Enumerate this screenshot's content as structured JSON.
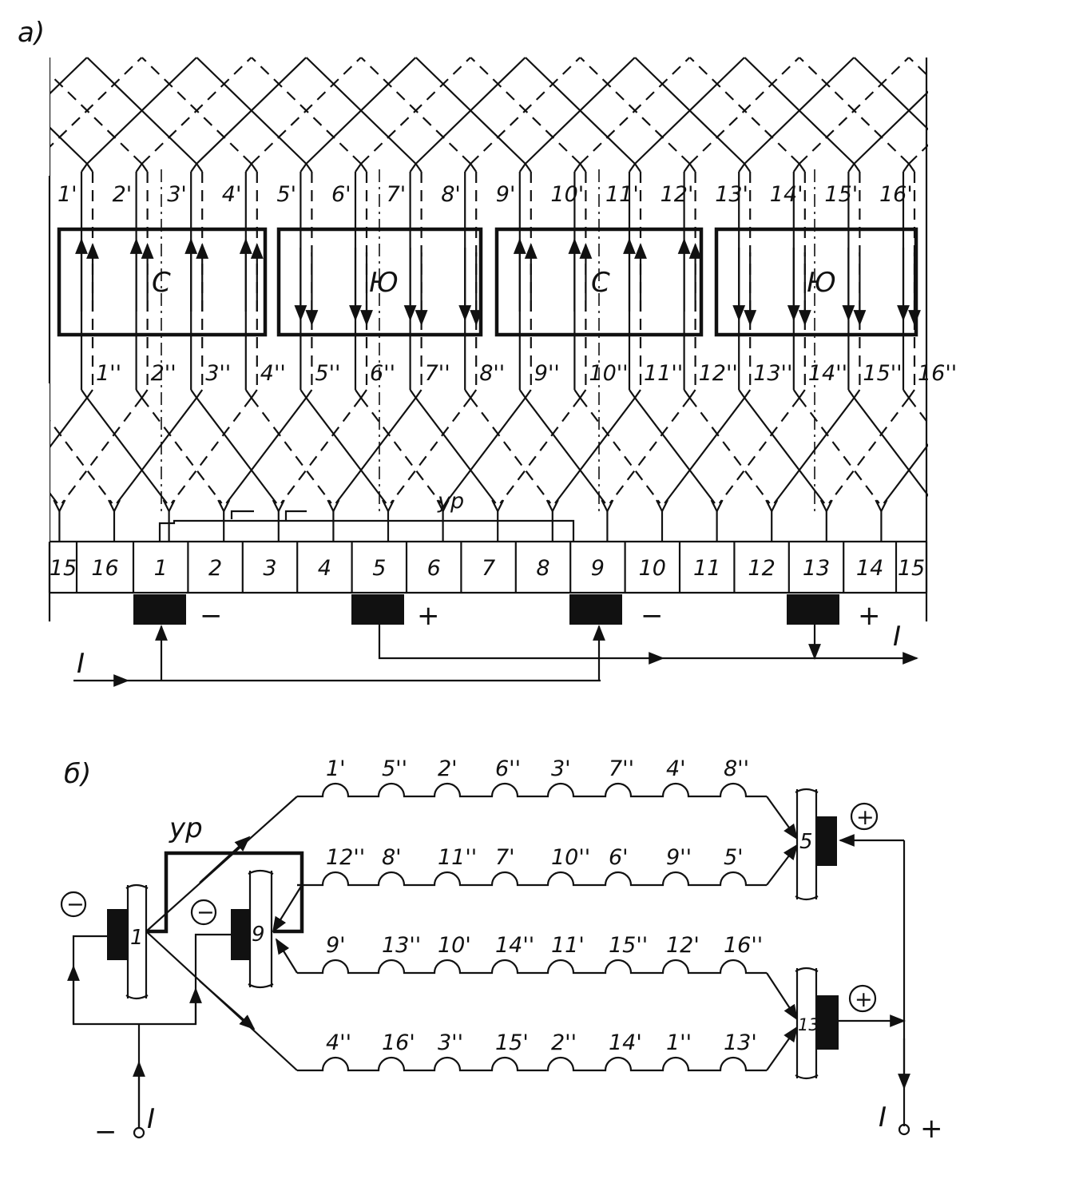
{
  "part_a": {
    "label": "а)",
    "pole_labels": [
      "С",
      "Ю",
      "С",
      "Ю"
    ],
    "top_labels": [
      "1'",
      "2'",
      "3'",
      "4'",
      "5'",
      "6'",
      "7'",
      "8'",
      "9'",
      "10'",
      "11'",
      "12'",
      "13'",
      "14'",
      "15'",
      "16'"
    ],
    "bottom_labels": [
      "1''",
      "2''",
      "3''",
      "4''",
      "5''",
      "6''",
      "7''",
      "8''",
      "9''",
      "10''",
      "11''",
      "12''",
      "13''",
      "14''",
      "15''",
      "16''"
    ],
    "commutator": [
      "15",
      "16",
      "1",
      "2",
      "3",
      "4",
      "5",
      "6",
      "7",
      "8",
      "9",
      "10",
      "11",
      "12",
      "13",
      "14",
      "15"
    ],
    "equalizer_label": "ур",
    "brush_signs": [
      "−",
      "+",
      "−",
      "+"
    ],
    "current_label": "I"
  },
  "part_b": {
    "label": "б)",
    "equalizer_label": "ур",
    "path1": [
      "1'",
      "5''",
      "2'",
      "6''",
      "3'",
      "7''",
      "4'",
      "8''"
    ],
    "path2": [
      "12''",
      "8'",
      "11''",
      "7'",
      "10''",
      "6'",
      "9''",
      "5'"
    ],
    "path3": [
      "9'",
      "13''",
      "10'",
      "14''",
      "11'",
      "15''",
      "12'",
      "16''"
    ],
    "path4": [
      "4''",
      "16'",
      "3''",
      "15'",
      "2''",
      "14'",
      "1''",
      "13'"
    ],
    "seg_left": "1",
    "seg_mid": "9",
    "seg_right_top": "5",
    "seg_right_bottom": "13",
    "sign_minus": "−",
    "sign_plus": "+",
    "minus_terminal": "−",
    "plus_terminal": "+",
    "current_label": "I"
  }
}
